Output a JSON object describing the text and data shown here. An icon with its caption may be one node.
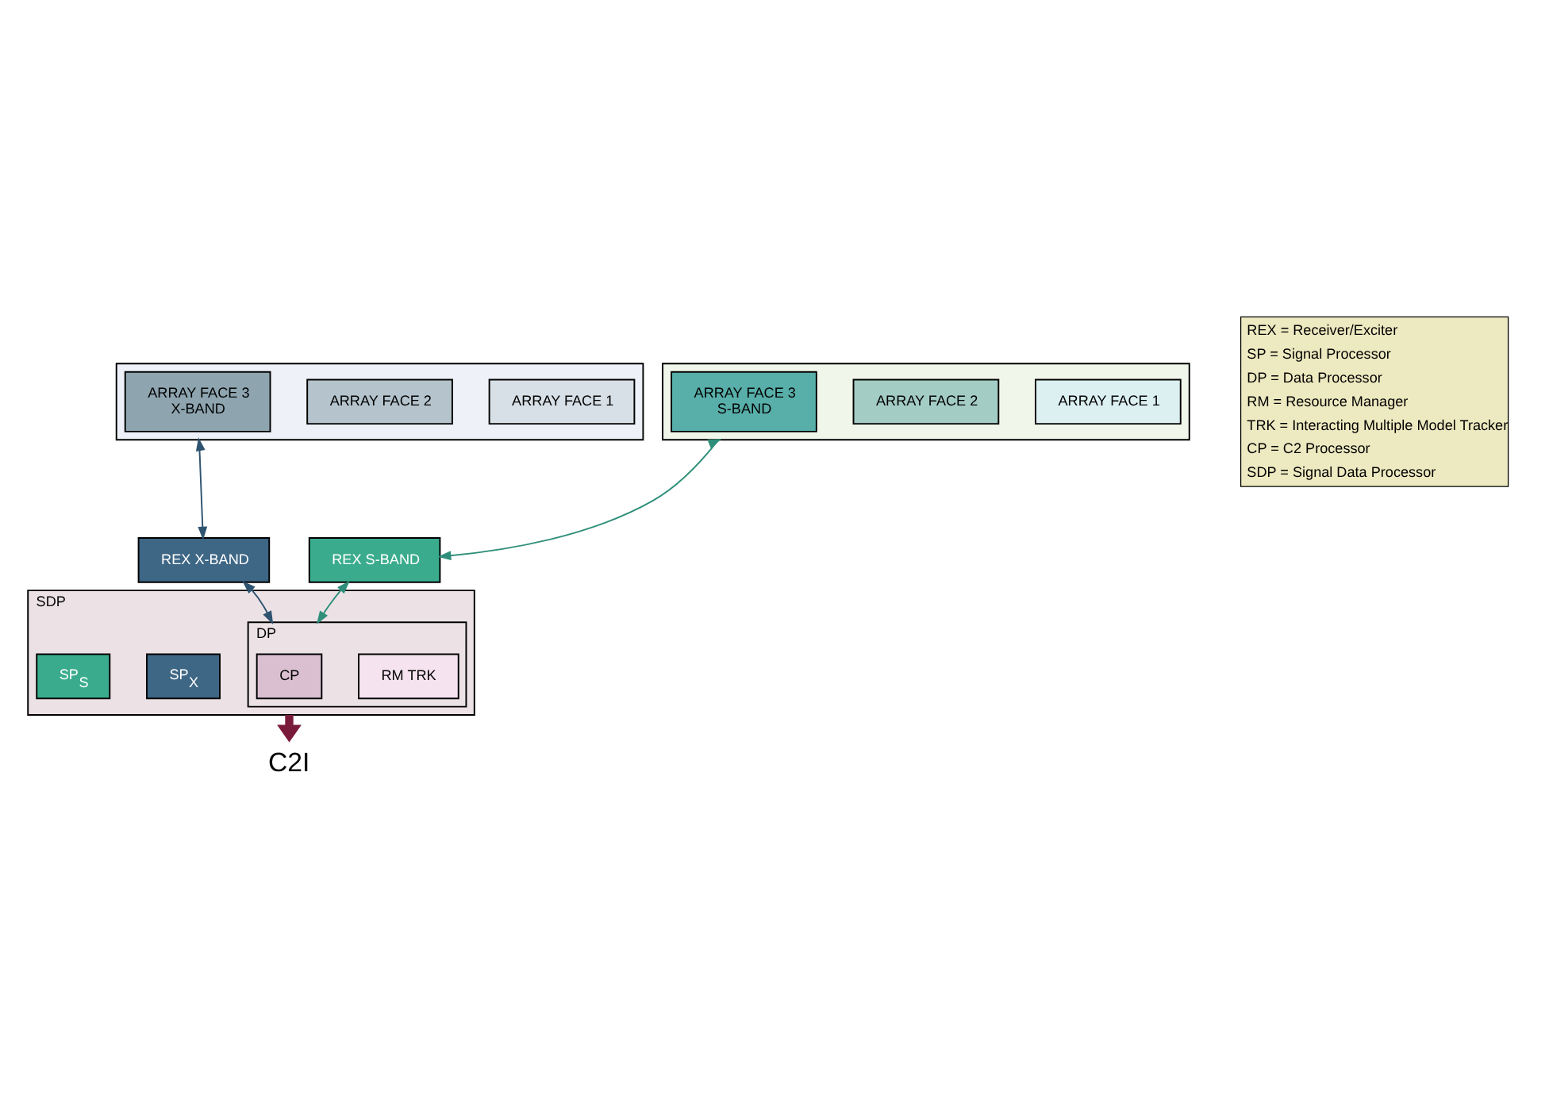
{
  "diagram": {
    "nodes": [
      {
        "text": [],
        "shape": "box"
      },
      {
        "text": [
          "ARRAY FACE 1"
        ],
        "in": 0
      },
      {
        "text": [
          "ARRAY FACE 2"
        ],
        "in": 0
      },
      {
        "text": [
          "ARRAY FACE 3",
          "X-BAND"
        ],
        "in": 0
      },
      {
        "text": [],
        "shape": "box"
      },
      {
        "text": [
          "ARRAY FACE 1"
        ],
        "in": 4
      },
      {
        "text": [
          "ARRAY FACE 2"
        ],
        "in": 4
      },
      {
        "text": [
          "ARRAY FACE 3",
          "S-BAND"
        ],
        "in": 4
      },
      {
        "text": [
          "REX X-BAND"
        ]
      },
      {
        "text": [
          "REX S-BAND"
        ]
      },
      {
        "text": [
          "SDP"
        ]
      },
      {
        "text": [
          "SP$_{X}$"
        ],
        "in": 10
      },
      {
        "text": [
          "SP$_{S}$"
        ],
        "in": 10
      },
      {
        "text": [
          "DP"
        ],
        "in": 10
      },
      {
        "text": [
          "RM TRK"
        ],
        "in": 13
      },
      {
        "text": [
          "CP"
        ],
        "in": 13
      },
      {
        "text": [
          "C2I"
        ]
      }
    ],
    "edges": [
      {
        "from": 0,
        "to": 8,
        "arrow": "both",
        "color": "#2f5470"
      },
      {
        "from": 4,
        "to": 9,
        "arrow": "both",
        "color": "#2f8f7a"
      },
      {
        "from": 8,
        "to": 13,
        "arrow": "both",
        "color": "#2f5470"
      },
      {
        "from": 9,
        "to": 13,
        "arrow": "both",
        "color": "#2f8f7a"
      },
      {
        "from": 10,
        "to": 16,
        "arrow": "to",
        "style": "thick",
        "color": "#7a1a3a"
      }
    ],
    "labels": [
      "REX = Receiver/Exciter",
      "SP = Signal Processor",
      "DP = Data Processor",
      "RM = Resource Manager",
      "TRK = Interacting Multiple Model Tracker",
      "CP = C2 Processor",
      "SDP = Signal Data Processor"
    ]
  }
}
